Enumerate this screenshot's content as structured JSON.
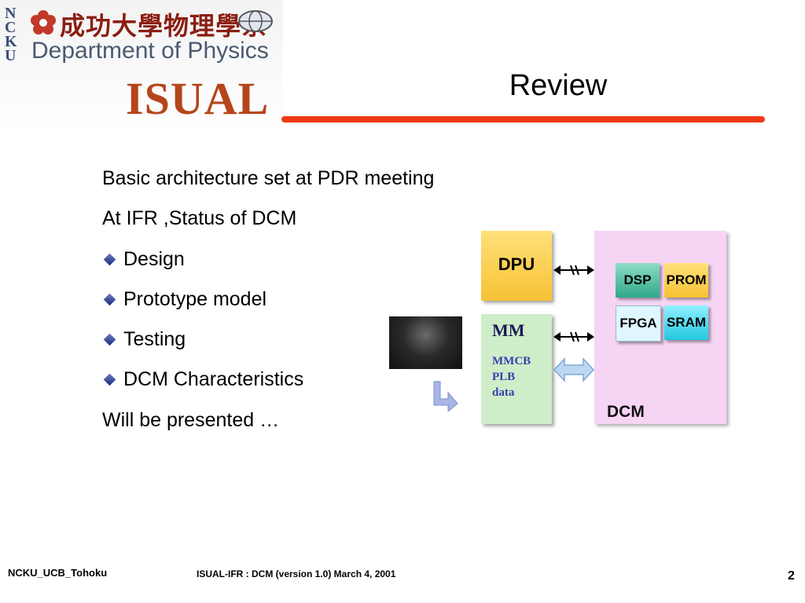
{
  "header": {
    "ncku_letters": [
      "N",
      "C",
      "K",
      "U"
    ],
    "department_cjk": "成功大學物理學系",
    "department_en": "Department of Physics",
    "project_logo": "ISUAL",
    "title": "Review"
  },
  "body": {
    "line1": "Basic architecture set  at PDR meeting",
    "line2": "At IFR ,Status of DCM",
    "bullets": [
      "Design",
      "Prototype model",
      "Testing",
      "DCM Characteristics"
    ],
    "line_last": "Will be presented …"
  },
  "diagram": {
    "dpu": "DPU",
    "mm": "MM",
    "mm_items": [
      "MMCB",
      "PLB",
      "data"
    ],
    "dcm": "DCM",
    "chips": [
      "DSP",
      "PROM",
      "FPGA",
      "SRAM"
    ]
  },
  "footer": {
    "left": "NCKU_UCB_Tohoku",
    "center": "ISUAL-IFR : DCM (version 1.0)  March 4, 2001",
    "page": "2"
  },
  "colors": {
    "accent_rule": "#f03a14",
    "dpu": "#f6c233",
    "mm": "#cdeec9",
    "dcm": "#f6d4f4",
    "bullet": "#1a2a80"
  }
}
